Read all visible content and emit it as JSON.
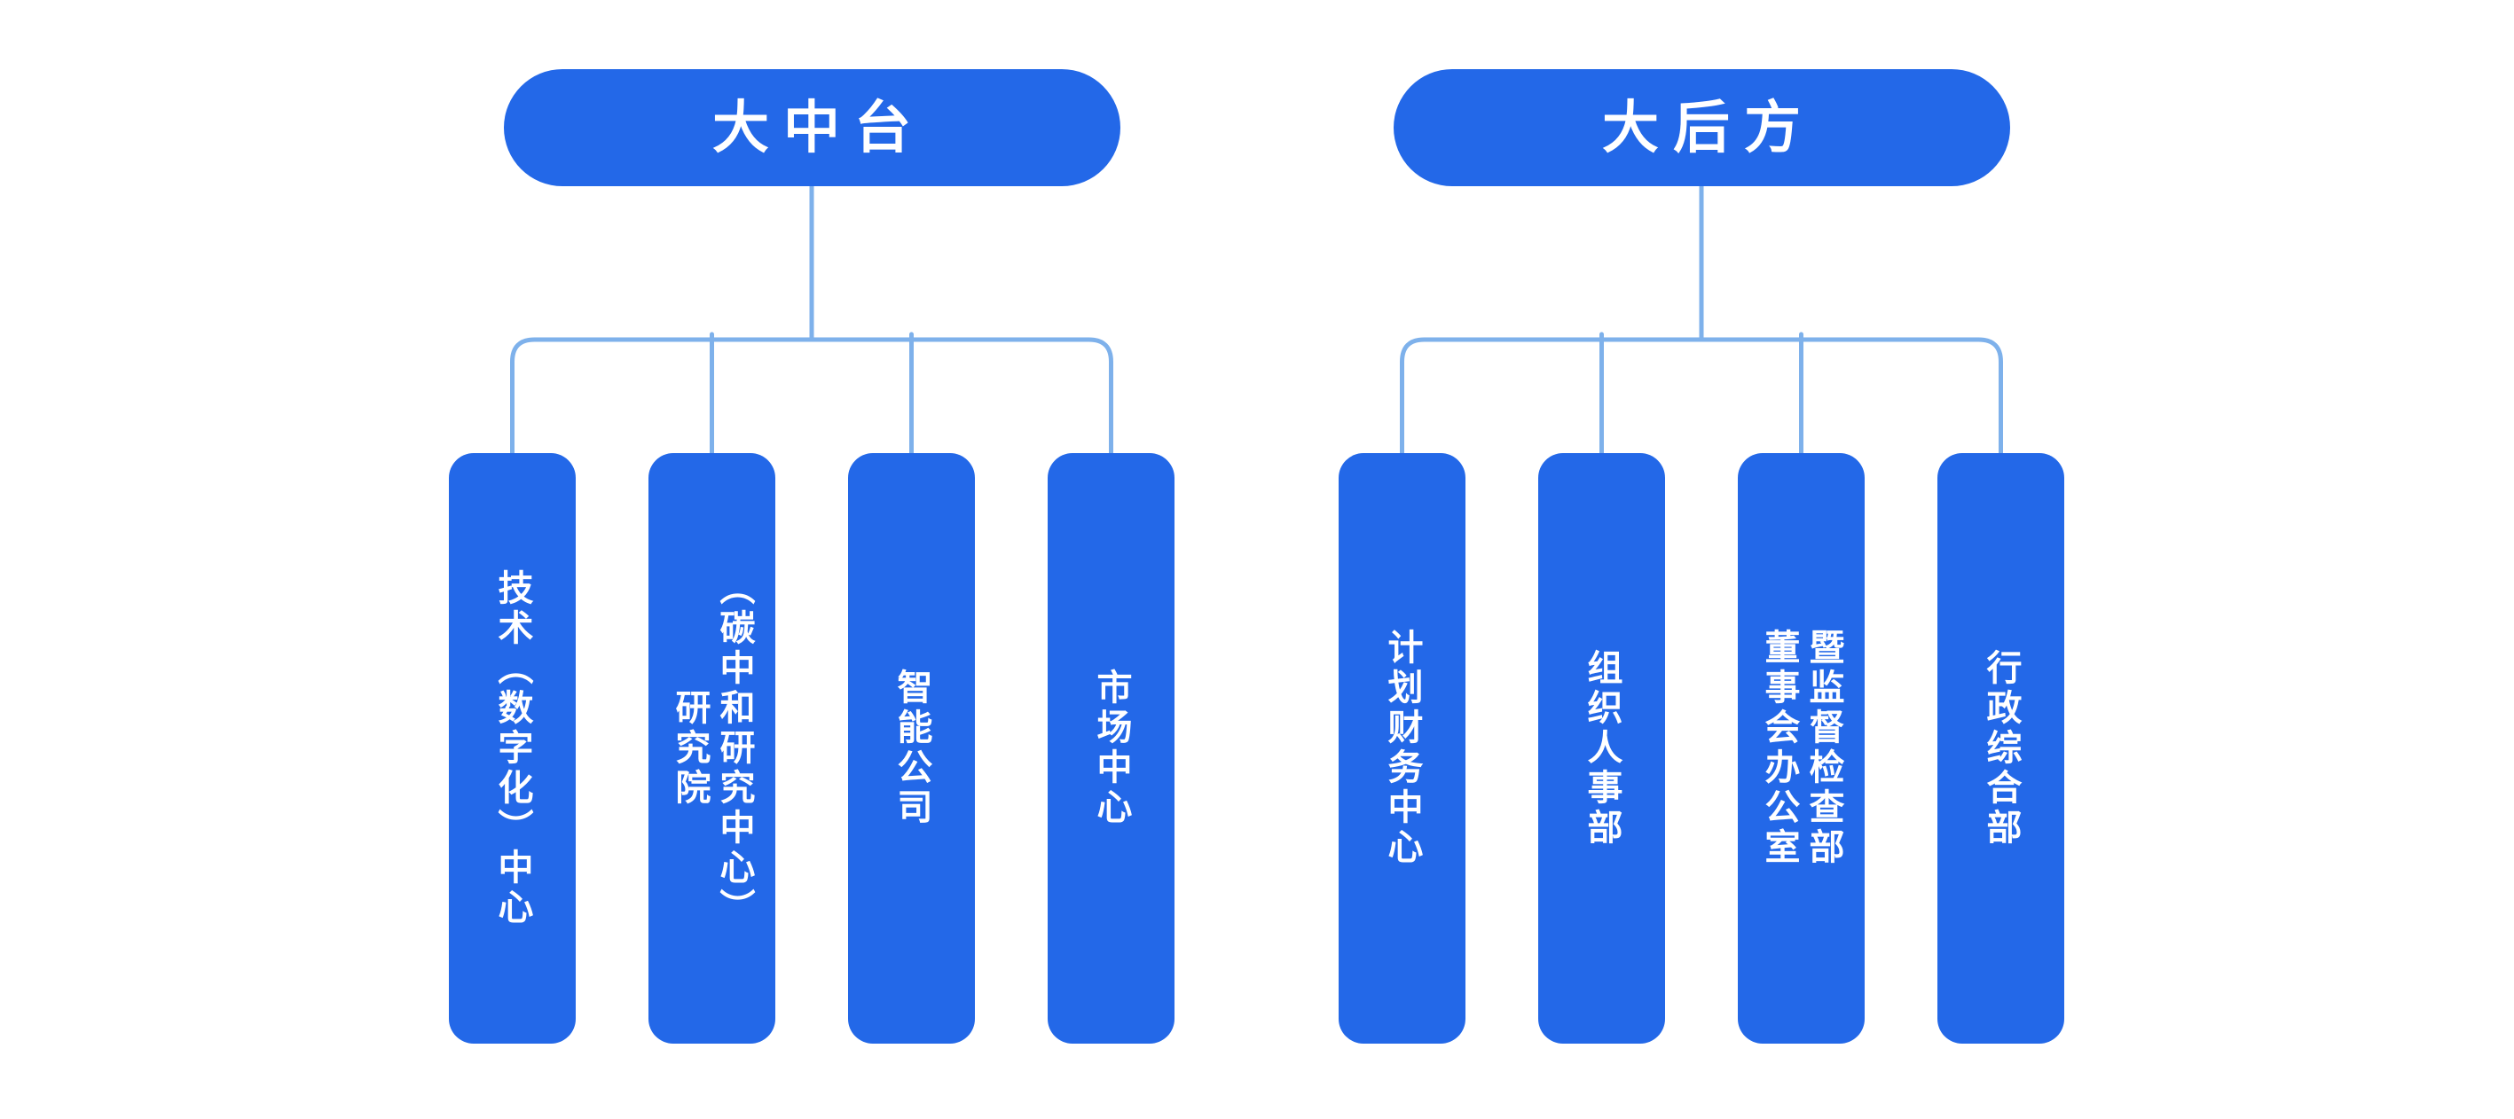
{
  "colors": {
    "node_fill": "#2368E8",
    "node_text": "#ffffff",
    "connector": "#7EB1EB",
    "canvas_background": "#ffffff"
  },
  "diagram": {
    "type": "org-chart",
    "groups": [
      {
        "parent": {
          "label": "大中台"
        },
        "children": [
          {
            "label": "技术（数字化）中心",
            "lines": [
              "技术（数字化）中心"
            ]
          },
          {
            "label": "研究院（碳中和研究中心）",
            "lines": [
              "研究院",
              "（碳中和研究中心）"
            ]
          },
          {
            "label": "智能公司",
            "lines": [
              "智能公司"
            ]
          },
          {
            "label": "市场中心",
            "lines": [
              "市场中心"
            ]
          }
        ]
      },
      {
        "parent": {
          "label": "大后方"
        },
        "children": [
          {
            "label": "计划财务中心",
            "lines": [
              "计划财务中心"
            ]
          },
          {
            "label": "组织人事部",
            "lines": [
              "组织人事部"
            ]
          },
          {
            "label": "董事会办公室暨监督检查部",
            "lines": [
              "董事会办公室",
              "暨监督检查部"
            ]
          },
          {
            "label": "行政综合部",
            "lines": [
              "行政综合部"
            ]
          }
        ]
      }
    ]
  }
}
